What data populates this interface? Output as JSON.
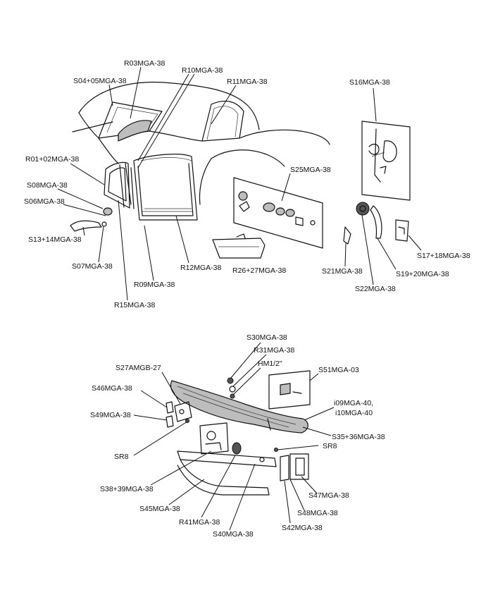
{
  "labels": {
    "r03": "R03MGA-38",
    "r10": "R10MGA-38",
    "s04": "S04+05MGA-38",
    "r11": "R11MGA-38",
    "s16": "S16MGA-38",
    "r01": "R01+02MGA-38",
    "s25": "S25MGA-38",
    "s08": "S08MGA-38",
    "s06": "S06MGA-38",
    "s13": "S13+14MGA-38",
    "s07": "S07MGA-38",
    "r12": "R12MGA-38",
    "r26": "R26+27MGA-38",
    "r09": "R09MGA-38",
    "r15": "R15MGA-38",
    "s21": "S21MGA-38",
    "s17": "S17+18MGA-38",
    "s19": "S19+20MGA-38",
    "s22": "S22MGA-38",
    "s30": "S30MGA-38",
    "r31": "R31MGA-38",
    "s27": "S27AMGB-27",
    "hm": "HM1/2\"",
    "s51": "S51MGA-03",
    "s46": "S46MGA-38",
    "i09": "i09MGA-40,",
    "i10": "i10MGA-40",
    "s49": "S49MGA-38",
    "s35": "S35+36MGA-38",
    "sr8a": "SR8",
    "sr8b": "SR8",
    "s38": "S38+39MGA-38",
    "s45": "S45MGA-38",
    "r41": "R41MGA-38",
    "s40": "S40MGA-38",
    "s47": "S47MGA-38",
    "s48": "S48MGA-38",
    "s42": "S42MGA-38"
  }
}
